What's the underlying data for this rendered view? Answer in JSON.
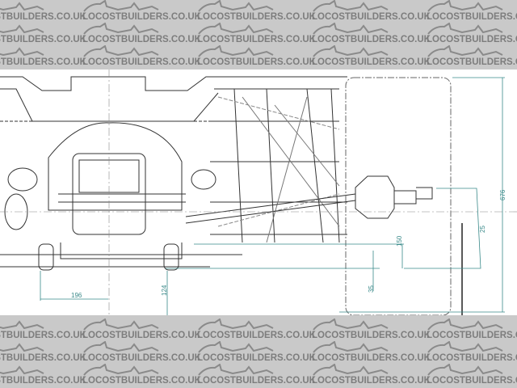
{
  "watermark": {
    "text": "LOCOSTBUILDERS.CO.UK",
    "logo": "car-with-driver-logo"
  },
  "dimensions": {
    "d196": "196",
    "d124": "124",
    "d150": "150",
    "d35": "35",
    "d25": "25",
    "d676": "676"
  },
  "colors": {
    "watermark_bg": "#c9c9c9",
    "watermark_text": "#7d7d7d",
    "dimension_line": "#3a8a8a",
    "drawing_line": "#333333"
  }
}
